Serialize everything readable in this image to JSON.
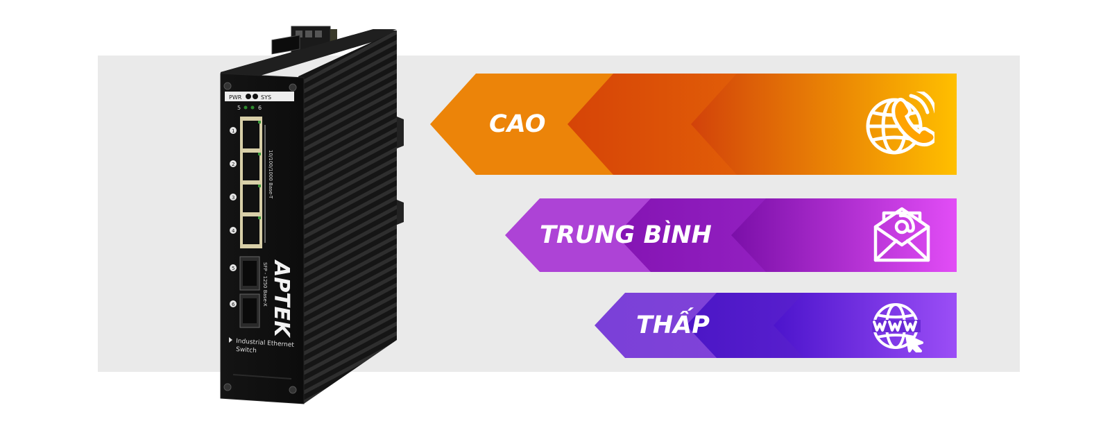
{
  "tiers": {
    "high": {
      "label": "CAO",
      "icon": "globe-phone-icon",
      "colors": [
        "#e8780c",
        "#da4b07",
        "#ffbd00"
      ]
    },
    "medium": {
      "label": "TRUNG BÌNH",
      "icon": "email-envelope-icon",
      "colors": [
        "#a43ecf",
        "#7b0fa8",
        "#e24df5"
      ]
    },
    "low": {
      "label": "THẤP",
      "icon": "www-globe-cursor-icon",
      "colors": [
        "#7a3fd8",
        "#4c14c9",
        "#9a4df5"
      ]
    }
  },
  "device": {
    "brand": "APTEK",
    "led_pwr": "PWR",
    "led_sys": "SYS",
    "led_nums": [
      "5",
      "6"
    ],
    "port_nums": [
      "1",
      "2",
      "3",
      "4",
      "5",
      "6"
    ],
    "rj45_label": "10/100/1000 Base-T",
    "sfp_label": "SFP - 1250 Base-X",
    "product_line1": "Industrial Ethernet",
    "product_line2": "Switch"
  }
}
